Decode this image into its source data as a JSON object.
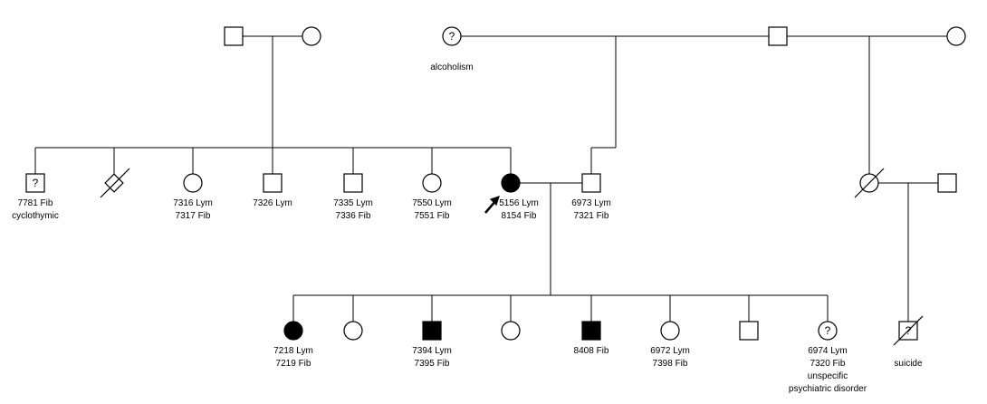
{
  "question_mark": "?",
  "labels": {
    "grandmother_right1": "alcoholism",
    "ind_7781": [
      "7781 Fib",
      "cyclothymic"
    ],
    "ind_7316": [
      "7316 Lym",
      "7317 Fib"
    ],
    "ind_7326": [
      "7326 Lym"
    ],
    "ind_7335": [
      "7335 Lym",
      "7336 Fib"
    ],
    "ind_7550": [
      "7550 Lym",
      "7551 Fib"
    ],
    "proband": [
      "5156 Lym",
      "8154 Fib"
    ],
    "spouse": [
      "6973 Lym",
      "7321 Fib"
    ],
    "child_7218": [
      "7218 Lym",
      "7219 Fib"
    ],
    "child_7394": [
      "7394 Lym",
      "7395 Fib"
    ],
    "child_8408": [
      "8408 Fib"
    ],
    "child_6972": [
      "6972 Lym",
      "7398 Fib"
    ],
    "child_6974": [
      "6974 Lym",
      "7320 Fib",
      "unspecific",
      "psychiatric disorder"
    ],
    "cousin_suicide": [
      "suicide"
    ]
  }
}
